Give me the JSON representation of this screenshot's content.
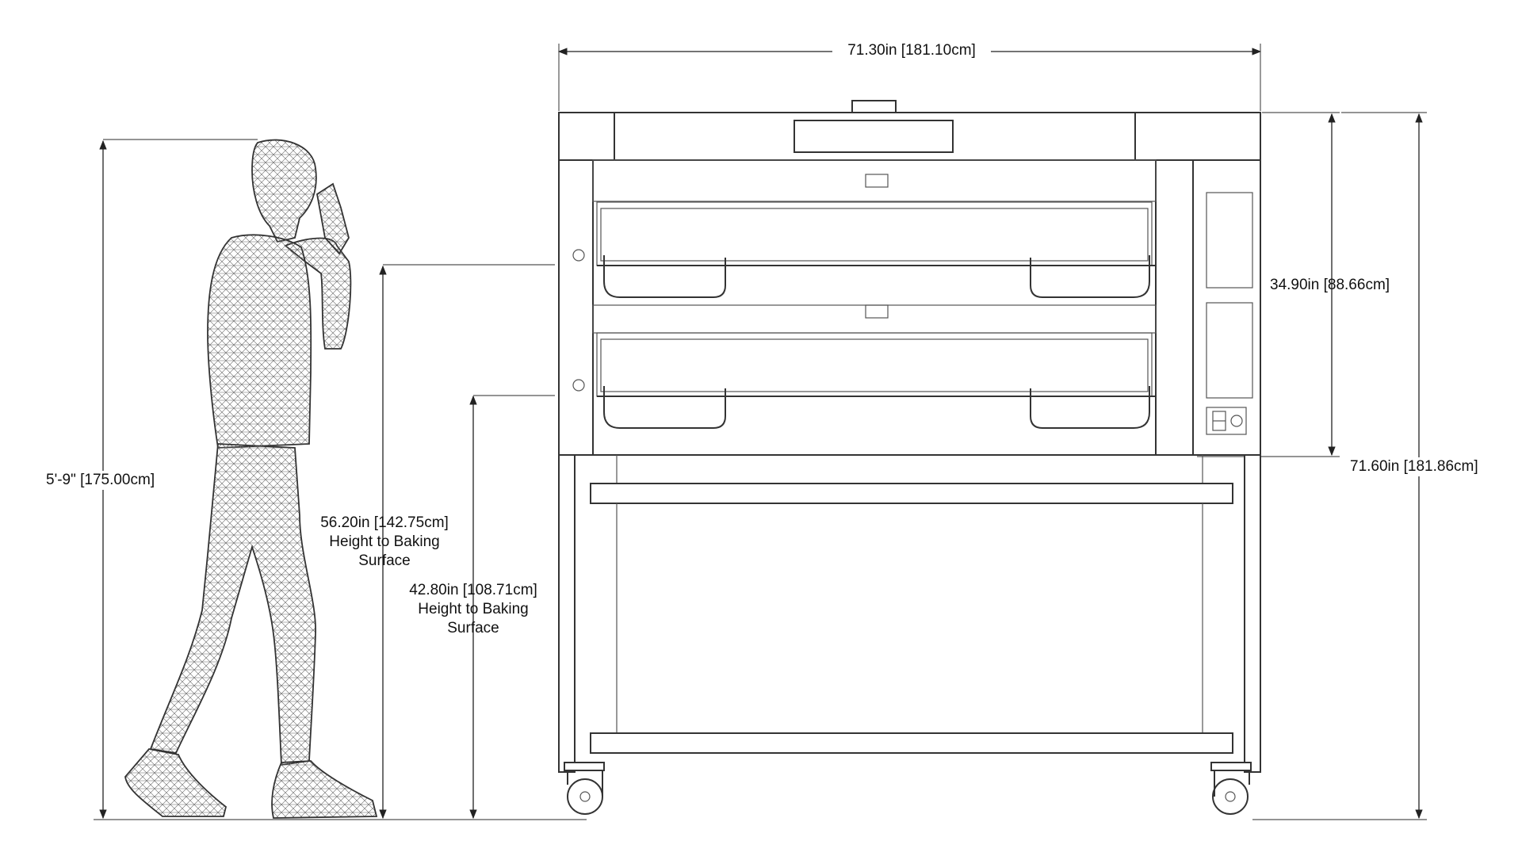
{
  "dimensions": {
    "overall_width": "71.30in [181.10cm]",
    "oven_height": "34.90in [88.66cm]",
    "overall_height": "71.60in [181.86cm]",
    "person_height": "5'-9\" [175.00cm]",
    "upper_deck_height": "56.20in [142.75cm]",
    "lower_deck_height": "42.80in [108.71cm]",
    "baking_note_line1": "Height to Baking",
    "baking_note_line2": "Surface"
  },
  "colors": {
    "line": "#333333",
    "background": "#ffffff"
  },
  "figures": {
    "person": "wireframe-person-icon",
    "oven": "deck-oven-front-view"
  }
}
